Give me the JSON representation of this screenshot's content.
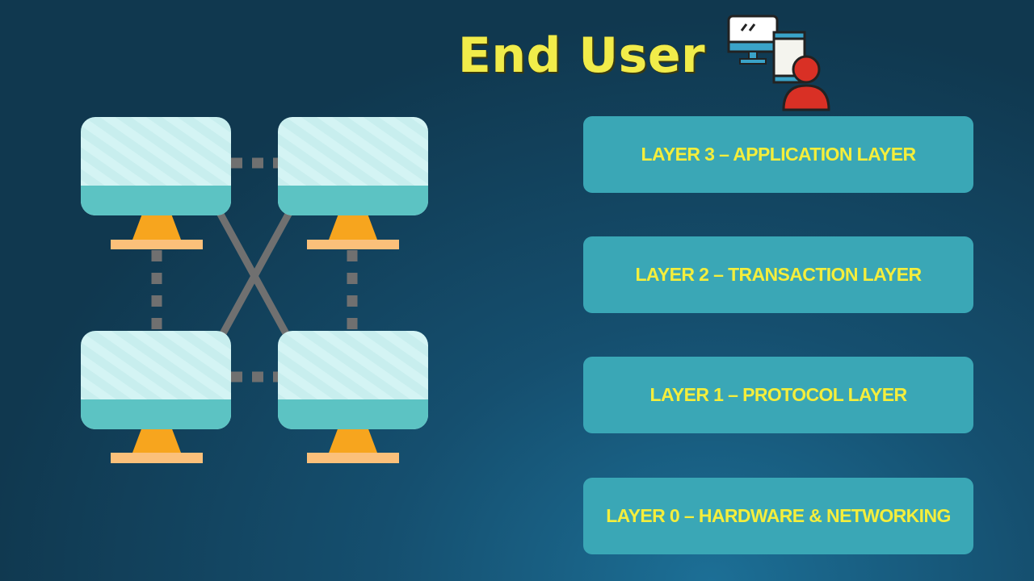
{
  "header": {
    "title": "End User",
    "icon": "computer-phone-user-icon"
  },
  "network_illustration": {
    "icon": "networked-computers-icon",
    "computers": 4,
    "colors": {
      "screen_top": "#d4f4f4",
      "screen_bottom": "#5cc3c3",
      "stand": "#f7a51e",
      "base": "#fbc07a",
      "cable": "#707070"
    }
  },
  "layers": [
    {
      "label": "LAYER 3 – APPLICATION LAYER"
    },
    {
      "label": "LAYER 2 – TRANSACTION LAYER"
    },
    {
      "label": "LAYER 1 – PROTOCOL LAYER"
    },
    {
      "label": "LAYER 0 – HARDWARE & NETWORKING"
    }
  ],
  "colors": {
    "background_dark": "#10384f",
    "background_light": "#1c6f96",
    "title": "#f1ec4a",
    "layer_box": "#3aa7b6",
    "layer_text": "#f4ee3c",
    "user_icon_red": "#d93025"
  }
}
